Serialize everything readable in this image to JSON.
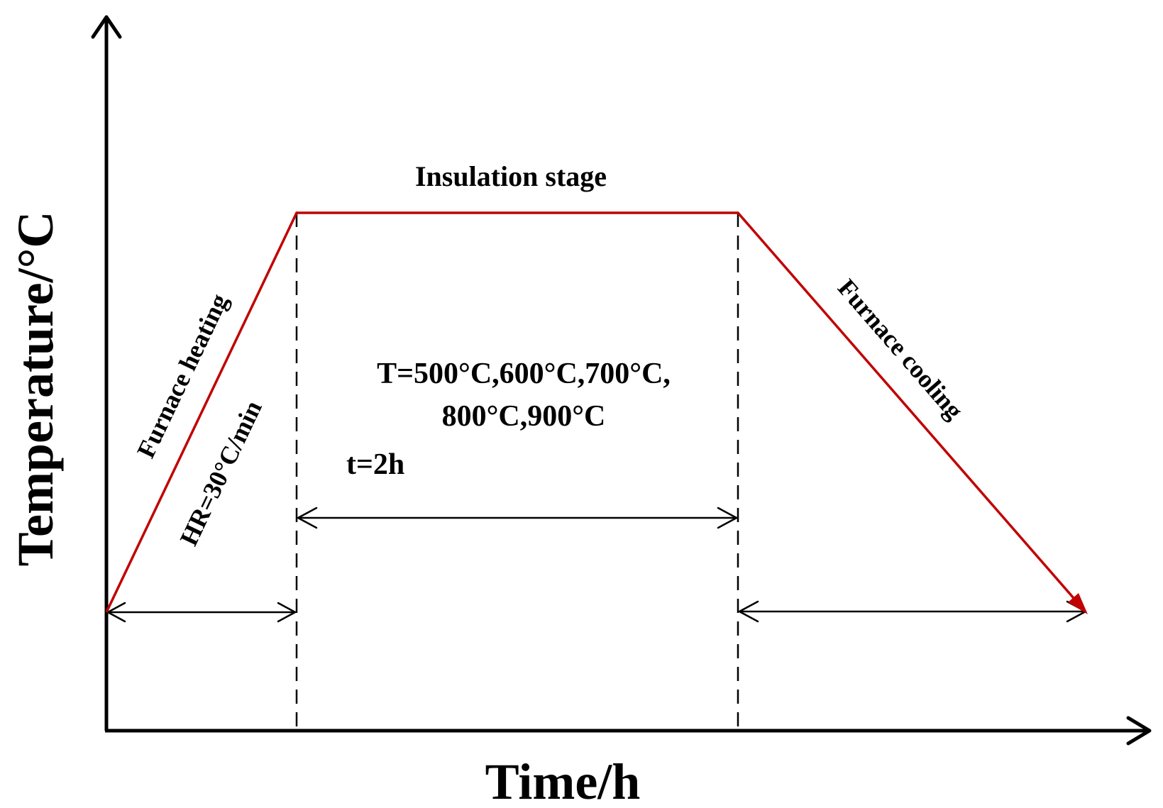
{
  "diagram": {
    "x_axis_label": "Time/h",
    "y_axis_label": "Temperature/°C",
    "labels": {
      "insulation_stage": "Insulation stage",
      "furnace_heating": "Furnace heating",
      "heating_rate": "HR=30°C/min",
      "furnace_cooling": "Furnace cooling",
      "temperatures_line1": "T=500°C,600°C,700°C,",
      "temperatures_line2": "800°C,900°C",
      "hold_time": "t=2h"
    },
    "colors": {
      "profile_line": "#c00000",
      "axes": "#000000",
      "background": "#ffffff"
    }
  }
}
